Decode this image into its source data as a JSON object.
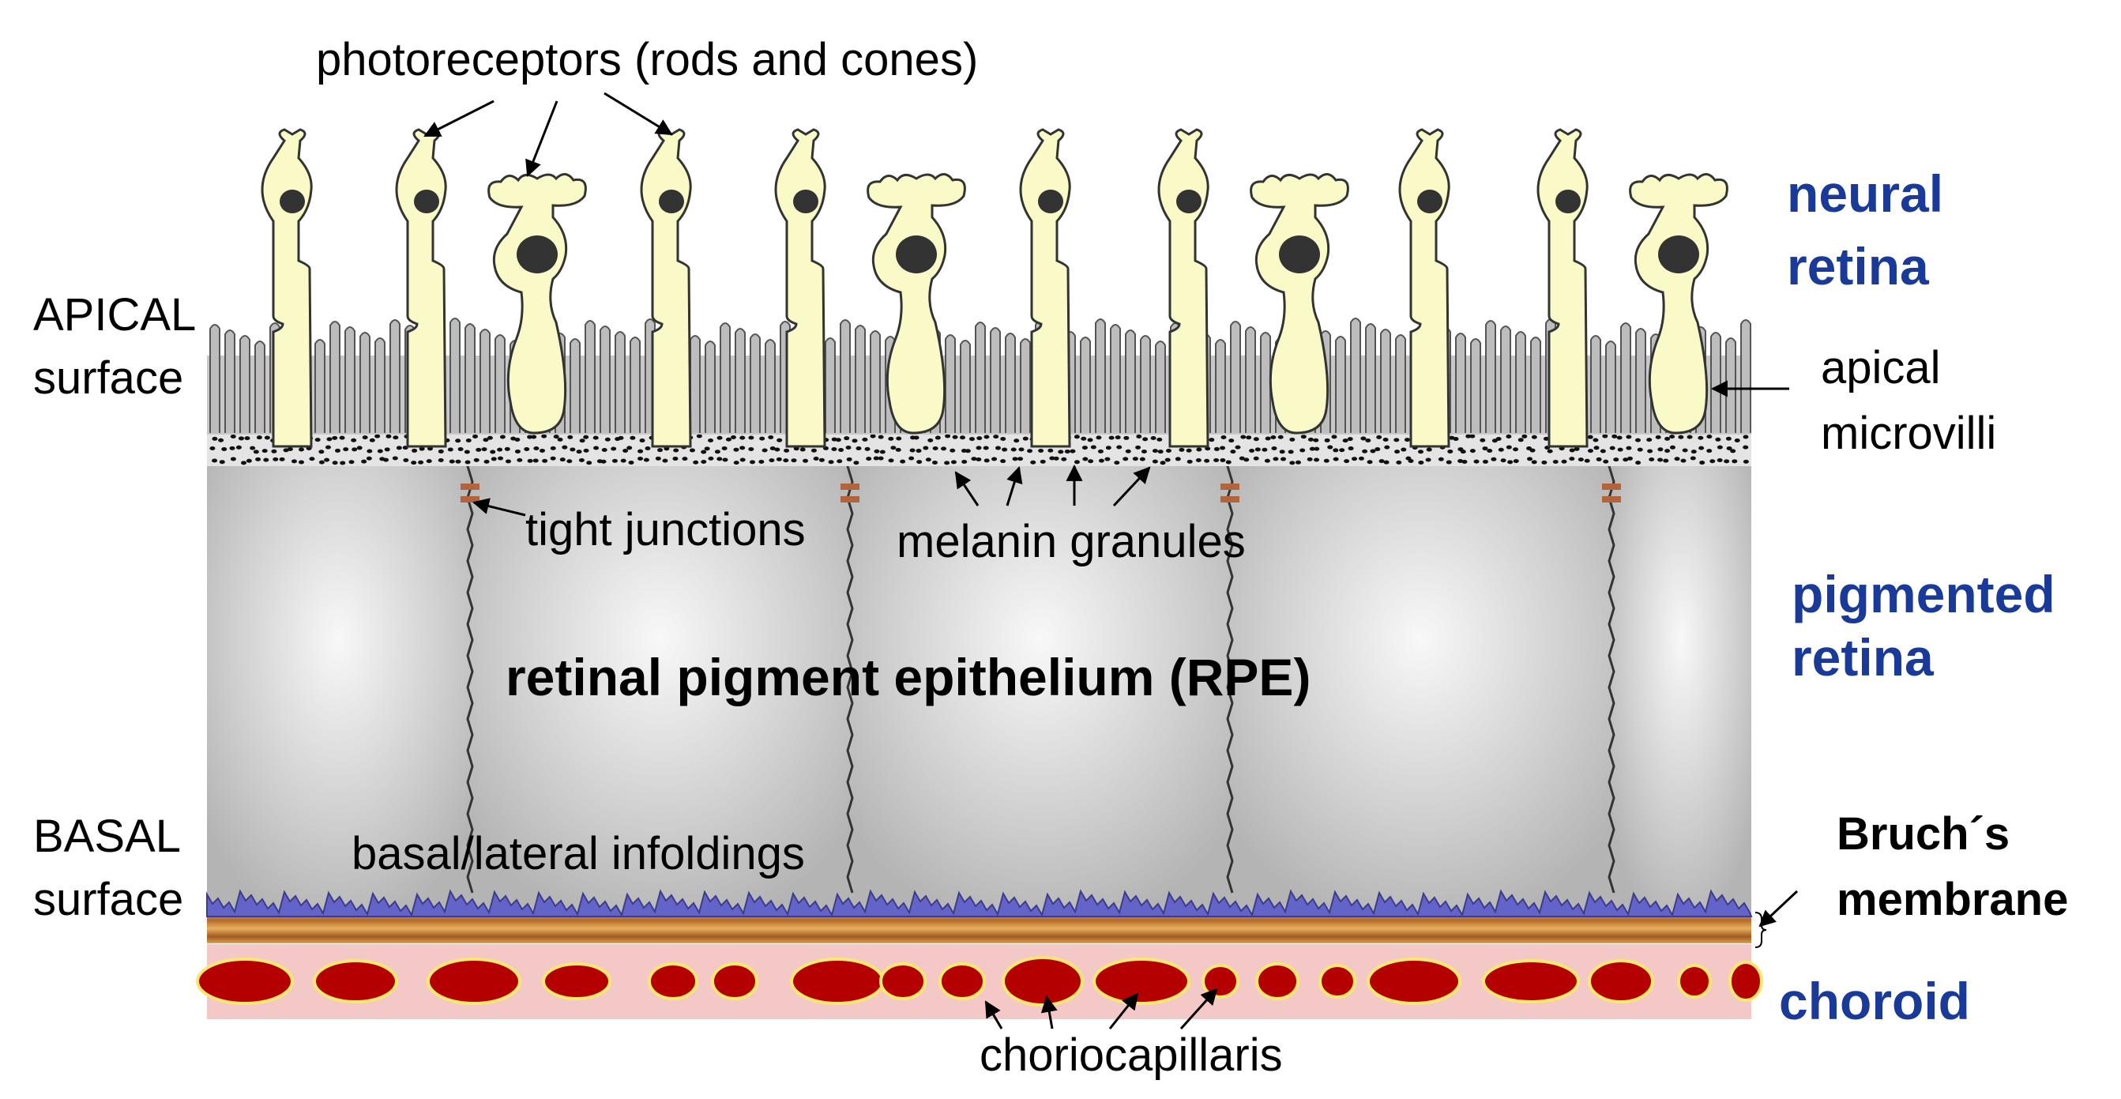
{
  "labels": {
    "photoreceptors": "photoreceptors (rods and cones)",
    "apical_surface_line1": "APICAL",
    "apical_surface_line2": "surface",
    "basal_surface_line1": "BASAL",
    "basal_surface_line2": "surface",
    "tight_junctions": "tight junctions",
    "melanin_granules": "melanin granules",
    "rpe": "retinal pigment epithelium (RPE)",
    "basal_infoldings": "basal/lateral infoldings",
    "choriocapillaris": "choriocapillaris",
    "apical_microvilli_line1": "apical",
    "apical_microvilli_line2": "microvilli"
  },
  "layers": {
    "neural_retina_line1": "neural",
    "neural_retina_line2": "retina",
    "pigmented_retina_line1": "pigmented",
    "pigmented_retina_line2": "retina",
    "bruchs_line1": "Bruch´s",
    "bruchs_line2": "membrane",
    "choroid": "choroid"
  },
  "colors": {
    "layer_label_blue": "#1a3a9a",
    "photoreceptor_fill": "#fafac8",
    "rpe_gray": "#c8c8c8",
    "basal_infolding_purple": "#6464c8",
    "bruchs_orange": "#c87832",
    "choroid_pink": "#f5c8c8",
    "capillary_red": "#b40000",
    "tight_junction_brown": "#b4643c"
  }
}
